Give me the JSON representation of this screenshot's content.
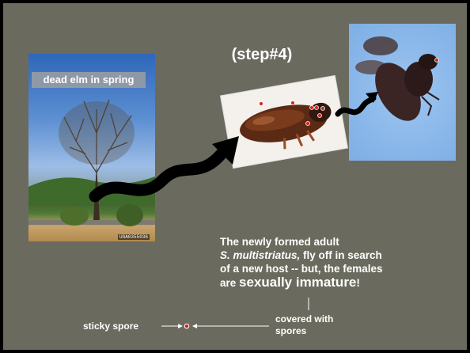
{
  "elm": {
    "caption": "dead elm in spring",
    "photo_id": "UGA0355036"
  },
  "step": {
    "label": "(step#4)"
  },
  "description": {
    "line1": "The newly formed adult",
    "species": "S. multistriatus,",
    "line2_rest": " fly off in search",
    "line3": "of a new host -- but, the females",
    "line4_pre": "are ",
    "emphasis": "sexually immature",
    "line4_post": "!"
  },
  "labels": {
    "sticky_spore": "sticky spore",
    "covered_line1": "covered with",
    "covered_line2": "spores"
  },
  "colors": {
    "background": "#6a6b5e",
    "spore": "#d8261a",
    "arrow": "#000000",
    "text": "#ffffff"
  },
  "icons": {
    "spore": "spore-dot-icon",
    "arrow": "curvy-arrow-icon"
  }
}
